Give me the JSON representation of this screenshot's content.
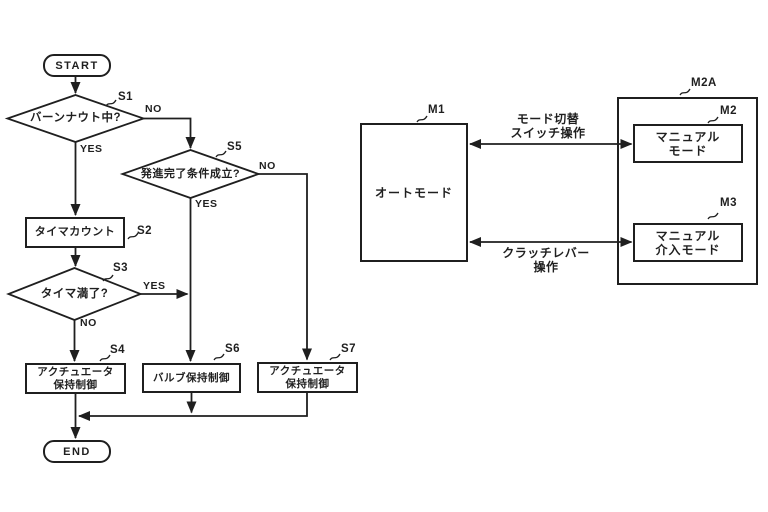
{
  "figure": {
    "background": "#ffffff",
    "line_color": "#1f1f1f"
  },
  "flowchart": {
    "start": {
      "label": "START"
    },
    "end": {
      "label": "END"
    },
    "s1": {
      "ref": "S1",
      "question": "バーンナウト中?",
      "yes": "YES",
      "no": "NO"
    },
    "s2": {
      "ref": "S2",
      "label": "タイマカウント"
    },
    "s3": {
      "ref": "S3",
      "question": "タイマ満了?",
      "yes": "YES",
      "no": "NO"
    },
    "s4": {
      "ref": "S4",
      "line1": "アクチュエータ",
      "line2": "保持制御"
    },
    "s5": {
      "ref": "S5",
      "question": "発進完了条件成立?",
      "yes": "YES",
      "no": "NO"
    },
    "s6": {
      "ref": "S6",
      "label": "バルブ保持制御"
    },
    "s7": {
      "ref": "S7",
      "line1": "アクチュエータ",
      "line2": "保持制御"
    }
  },
  "modes": {
    "m1": {
      "ref": "M1",
      "label": "オートモード"
    },
    "m2a": {
      "ref": "M2A"
    },
    "m2": {
      "ref": "M2",
      "line1": "マニュアル",
      "line2": "モード"
    },
    "m3": {
      "ref": "M3",
      "line1": "マニュアル",
      "line2": "介入モード"
    },
    "switch_label": {
      "line1": "モード切替",
      "line2": "スイッチ操作"
    },
    "clutch_label": {
      "line1": "クラッチレバー",
      "line2": "操作"
    }
  }
}
